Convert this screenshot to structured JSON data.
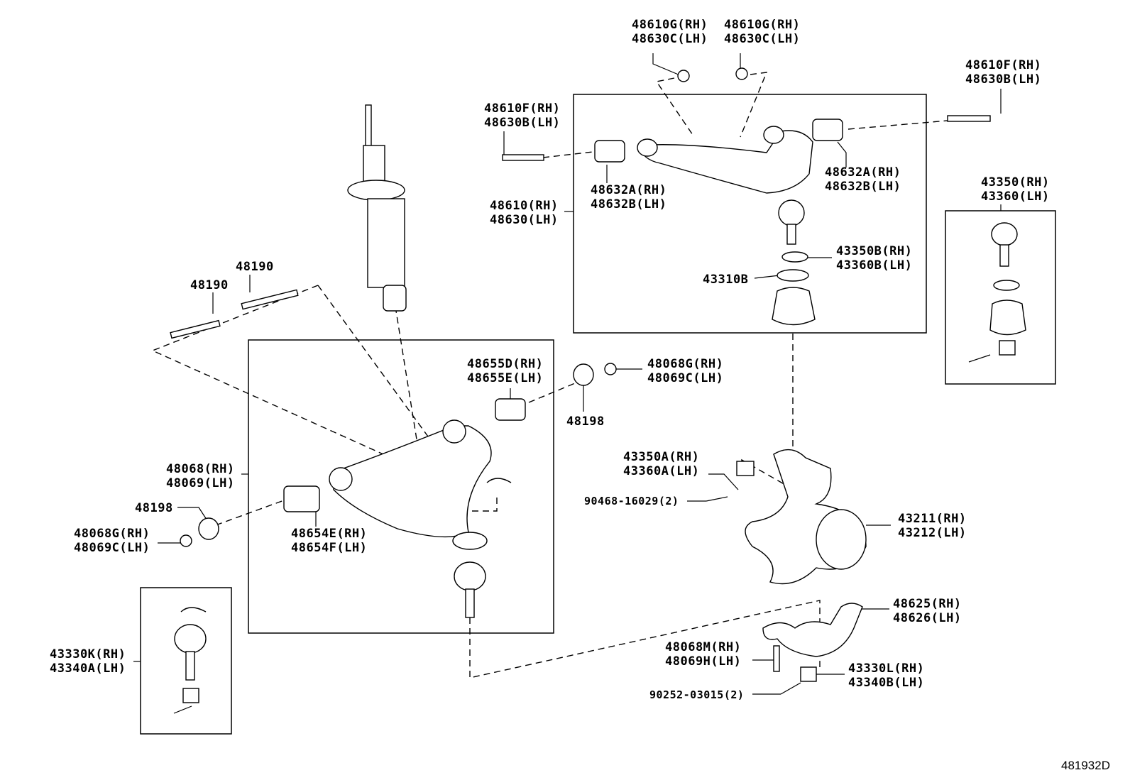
{
  "diagram": {
    "title": "Front suspension – upper/lower arm, knuckle, ball joints",
    "figure_id": "481932D",
    "labels": {
      "upper_arm_nut_1": {
        "rh": "48610G(RH)",
        "lh": "48630C(LH)"
      },
      "upper_arm_nut_2": {
        "rh": "48610G(RH)",
        "lh": "48630C(LH)"
      },
      "upper_arm_bolt_left": {
        "rh": "48610F(RH)",
        "lh": "48630B(LH)"
      },
      "upper_arm_bolt_right": {
        "rh": "48610F(RH)",
        "lh": "48630B(LH)"
      },
      "upper_bushing_left": {
        "rh": "48632A(RH)",
        "lh": "48632B(LH)"
      },
      "upper_bushing_right": {
        "rh": "48632A(RH)",
        "lh": "48632B(LH)"
      },
      "upper_arm_assy": {
        "rh": "48610(RH)",
        "lh": "48630(LH)"
      },
      "upper_ball_joint_set": {
        "rh": "43350B(RH)",
        "lh": "43360B(LH)"
      },
      "ball_joint_boot": "43310B",
      "upper_ball_joint_assy": {
        "rh": "43350(RH)",
        "lh": "43360(LH)"
      },
      "cam_bolt_1": "48190",
      "cam_bolt_2": "48190",
      "lower_bushing_front": {
        "rh": "48655D(RH)",
        "lh": "48655E(LH)"
      },
      "lower_arm_nut_right": {
        "rh": "48068G(RH)",
        "lh": "48069C(LH)"
      },
      "cam_plate_right": "48198",
      "lower_arm_assy": {
        "rh": "48068(RH)",
        "lh": "48069(LH)"
      },
      "cam_plate_left": "48198",
      "lower_arm_nut_left": {
        "rh": "48068G(RH)",
        "lh": "48069C(LH)"
      },
      "lower_bushing_rear": {
        "rh": "48654E(RH)",
        "lh": "48654F(LH)"
      },
      "upper_ball_nut": {
        "rh": "43350A(RH)",
        "lh": "43360A(LH)"
      },
      "cotter_pin_upper": "90468-16029(2)",
      "steering_knuckle": {
        "rh": "43211(RH)",
        "lh": "43212(LH)"
      },
      "knuckle_arm": {
        "rh": "48625(RH)",
        "lh": "48626(LH)"
      },
      "knuckle_arm_bolt": {
        "rh": "48068M(RH)",
        "lh": "48069H(LH)"
      },
      "lower_ball_nut": {
        "rh": "43330L(RH)",
        "lh": "43340B(LH)"
      },
      "cotter_pin_lower": "90252-03015(2)",
      "lower_ball_joint_assy": {
        "rh": "43330K(RH)",
        "lh": "43340A(LH)"
      }
    }
  }
}
